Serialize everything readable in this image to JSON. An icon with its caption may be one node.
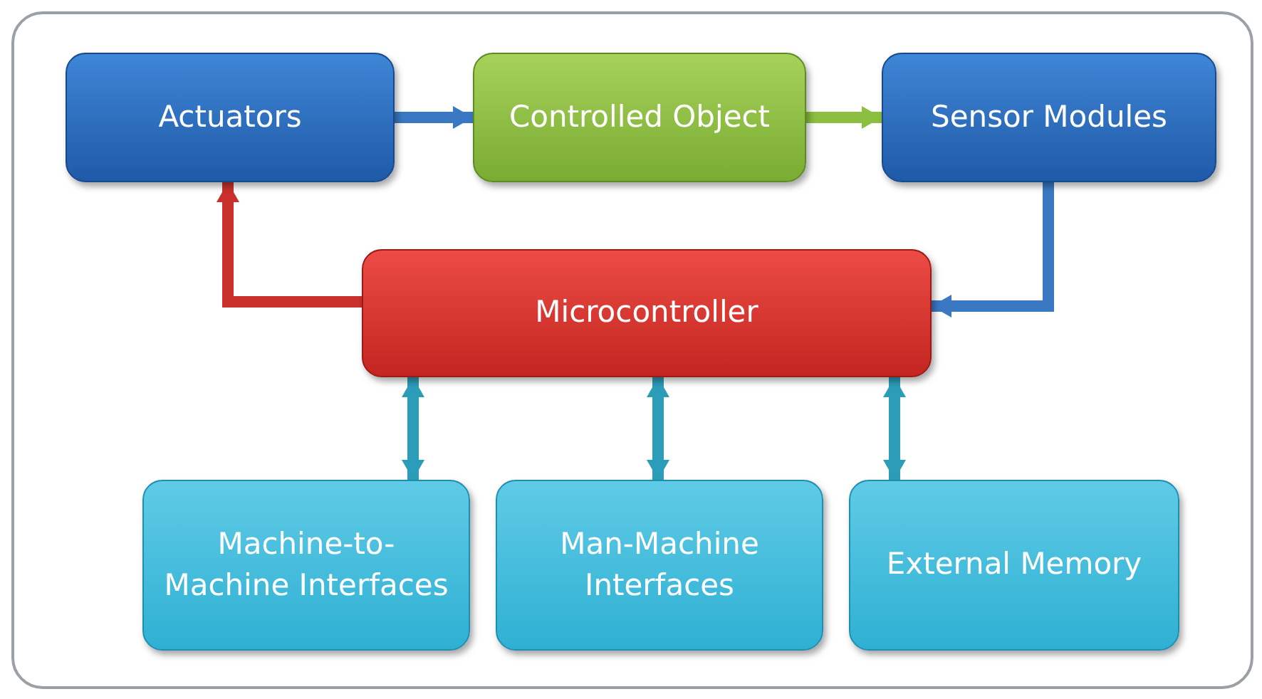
{
  "diagram": {
    "nodes": [
      {
        "text": [
          "Actuators"
        ]
      },
      {
        "text": [
          "Controlled Object"
        ]
      },
      {
        "text": [
          "Sensor Modules"
        ]
      },
      {
        "text": [
          "Microcontroller"
        ]
      },
      {
        "text": [
          "Machine-to-Machine Interfaces"
        ]
      },
      {
        "text": [
          "Man-Machine Interfaces"
        ]
      },
      {
        "text": [
          "External Memory"
        ]
      }
    ],
    "edges": [
      {
        "from": 0,
        "to": 1,
        "arrow": "to",
        "color": "#3a78c4"
      },
      {
        "from": 1,
        "to": 2,
        "arrow": "to",
        "color": "#8cbf3f"
      },
      {
        "from": 2,
        "to": 3,
        "arrow": "to",
        "color": "#3a78c4"
      },
      {
        "from": 3,
        "to": 0,
        "arrow": "to",
        "color": "#c9302c"
      },
      {
        "from": 3,
        "to": 4,
        "arrow": "both"
      },
      {
        "from": 3,
        "to": 5,
        "arrow": "both"
      },
      {
        "from": 3,
        "to": 6,
        "arrow": "both"
      }
    ]
  }
}
